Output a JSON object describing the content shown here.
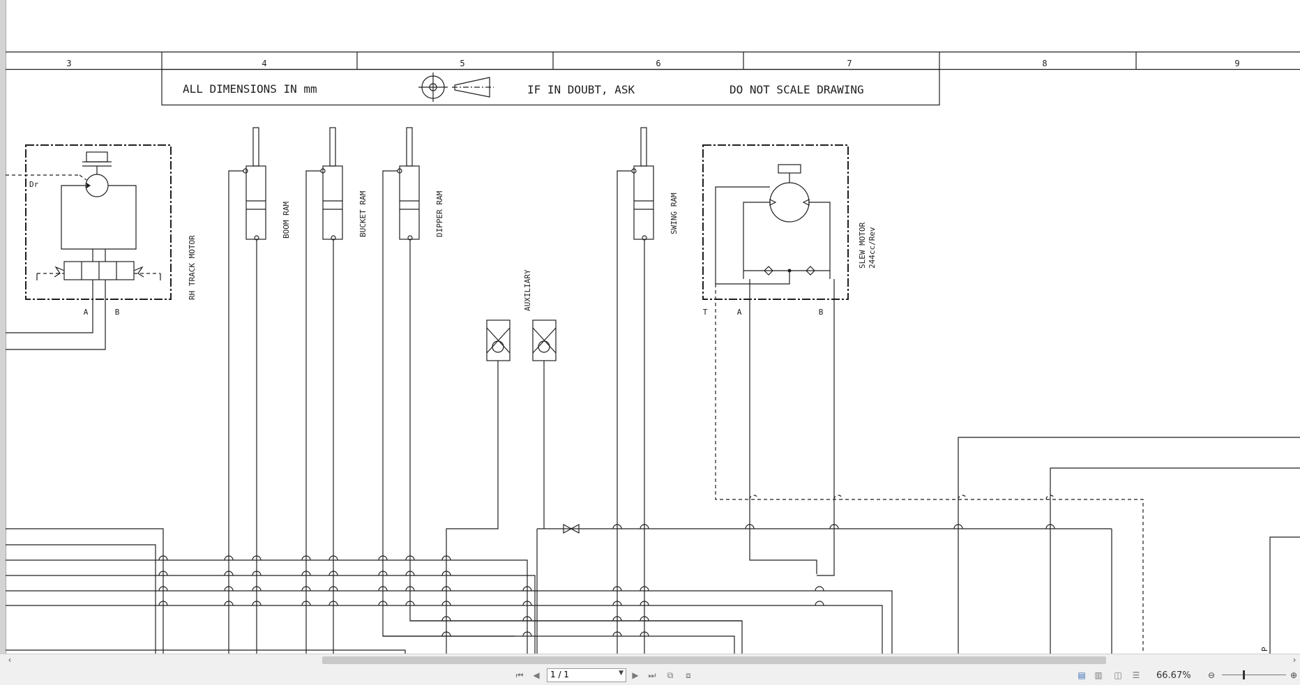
{
  "columns": [
    "3",
    "4",
    "5",
    "6",
    "7",
    "8",
    "9"
  ],
  "notes": {
    "dimensions": "ALL DIMENSIONS IN mm",
    "doubt": "IF IN DOUBT, ASK",
    "scale": "DO NOT SCALE DRAWING"
  },
  "components": {
    "rh_track_motor": "RH TRACK MOTOR",
    "rh_port_a": "A",
    "rh_port_b": "B",
    "rh_port_dr": "Dr",
    "boom_ram": "BOOM RAM",
    "bucket_ram": "BUCKET RAM",
    "dipper_ram": "DIPPER RAM",
    "swing_ram": "SWING RAM",
    "auxiliary": "AUXILIARY",
    "slew_motor": "SLEW MOTOR",
    "slew_motor_spec": "244cc/Rev",
    "slew_port_t": "T",
    "slew_port_a": "A",
    "slew_port_b": "B",
    "edge_fragment": "P"
  },
  "toolbar": {
    "page_value": "1 / 1",
    "zoom": "66.67%",
    "icons": [
      "first-page-icon",
      "previous-page-icon",
      "next-page-icon",
      "last-page-icon",
      "copy-page-icon",
      "compare-icon",
      "single-page-icon",
      "continuous-page-icon",
      "two-page-icon",
      "split-view-icon",
      "zoom-out-icon",
      "zoom-in-icon"
    ]
  },
  "colors": {
    "ink": "#1e1e1e",
    "toolbar_bg": "#f0f0f0"
  }
}
